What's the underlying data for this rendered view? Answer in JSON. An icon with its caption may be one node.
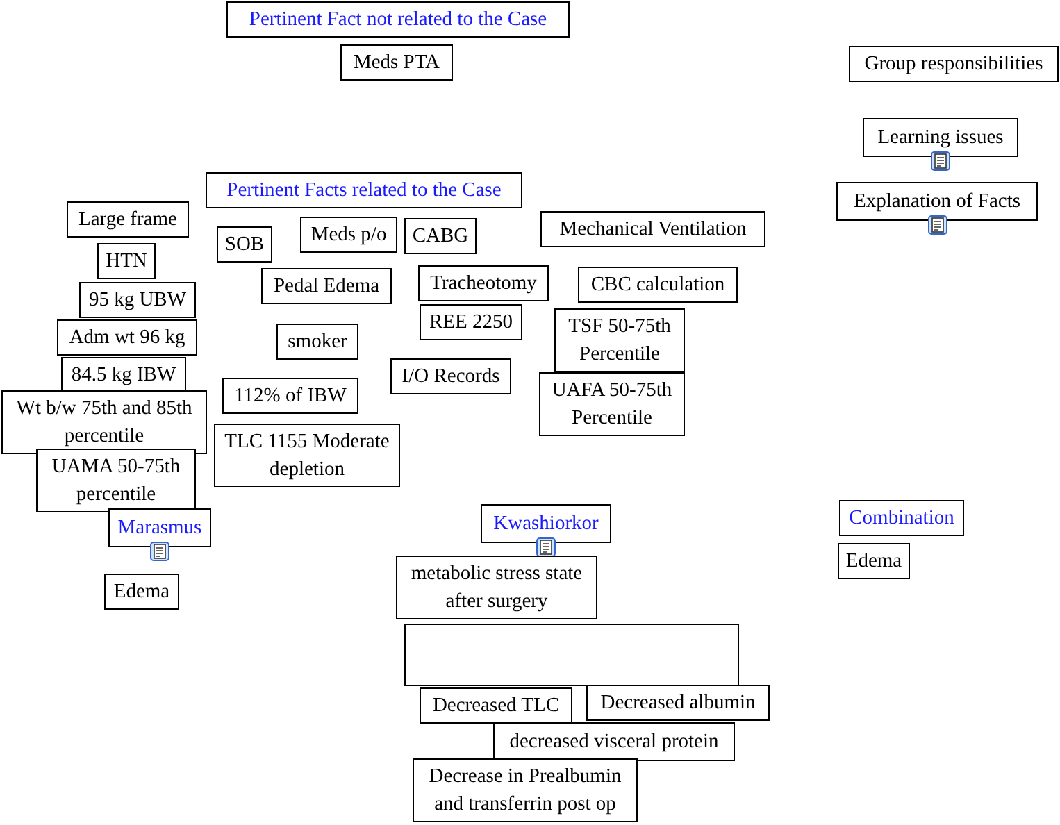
{
  "diagram": {
    "nodes": [
      {
        "text": [
          "Pertinent Fact not related to the Case"
        ]
      },
      {
        "text": [
          "Meds PTA"
        ]
      },
      {
        "text": [
          "Group responsibilities"
        ]
      },
      {
        "text": [
          "Learning issues"
        ]
      },
      {
        "text": [
          "Pertinent Facts related to the Case"
        ]
      },
      {
        "text": [
          "Explanation of Facts"
        ]
      },
      {
        "text": [
          "Large frame"
        ]
      },
      {
        "text": [
          "Mechanical Ventilation"
        ]
      },
      {
        "text": [
          "Meds p/o"
        ]
      },
      {
        "text": [
          "CABG"
        ]
      },
      {
        "text": [
          "SOB"
        ]
      },
      {
        "text": [
          "HTN"
        ]
      },
      {
        "text": [
          "Pedal Edema"
        ]
      },
      {
        "text": [
          "Tracheotomy"
        ]
      },
      {
        "text": [
          "CBC calculation"
        ]
      },
      {
        "text": [
          "95 kg UBW"
        ]
      },
      {
        "text": [
          "REE 2250"
        ]
      },
      {
        "text": [
          "TSF 50-75th Percentile"
        ]
      },
      {
        "text": [
          "Adm wt 96 kg"
        ]
      },
      {
        "text": [
          "smoker"
        ]
      },
      {
        "text": [
          "84.5 kg IBW"
        ]
      },
      {
        "text": [
          "I/O Records"
        ]
      },
      {
        "text": [
          "UAFA 50-75th Percentile"
        ]
      },
      {
        "text": [
          "112% of IBW"
        ]
      },
      {
        "text": [
          "Wt b/w 75th and 85th percentile"
        ]
      },
      {
        "text": [
          "TLC 1155 Moderate depletion"
        ]
      },
      {
        "text": [
          "UAMA 50-75th percentile"
        ]
      },
      {
        "text": [
          "Marasmus"
        ]
      },
      {
        "text": [
          "Kwashiorkor"
        ]
      },
      {
        "text": [
          "Combination"
        ]
      },
      {
        "text": [
          "Edema"
        ]
      },
      {
        "text": [
          "metabolic stress state after surgery"
        ]
      },
      {
        "text": [
          "Edema"
        ]
      },
      {
        "text": [],
        "shape": "box"
      },
      {
        "text": [
          "Decreased TLC"
        ]
      },
      {
        "text": [
          "Decreased albumin"
        ]
      },
      {
        "text": [
          "decreased visceral protein"
        ]
      },
      {
        "text": [
          "Decrease in Prealbumin and transferrin post op"
        ]
      }
    ],
    "edges": []
  }
}
